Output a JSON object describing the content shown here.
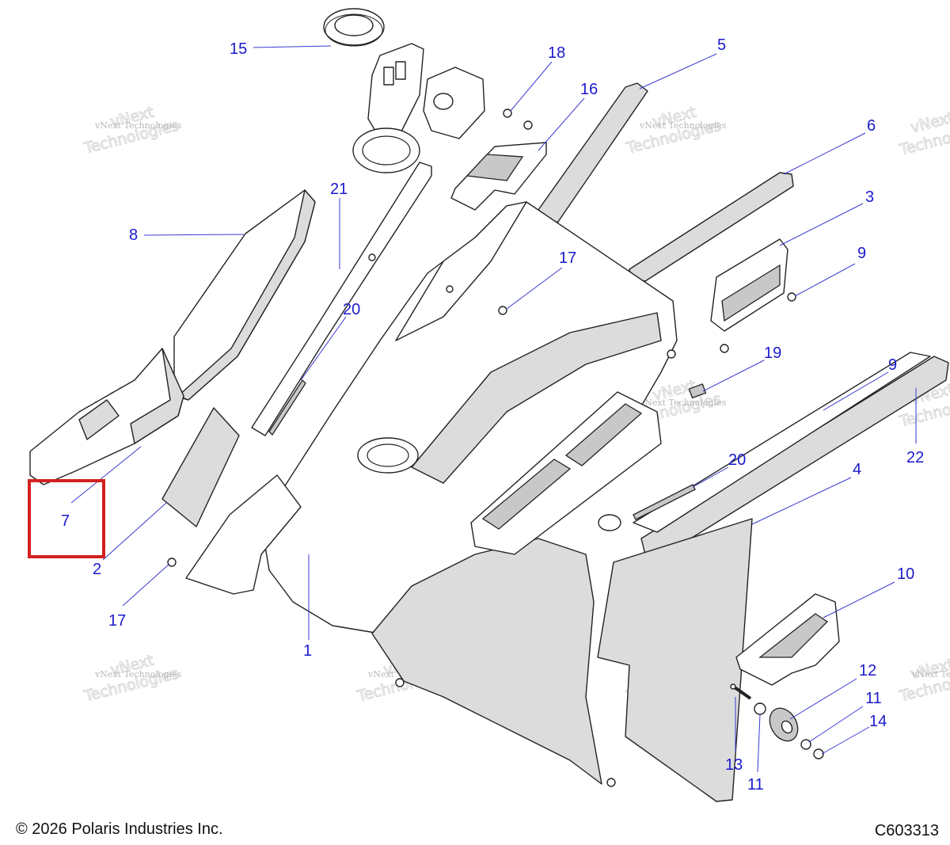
{
  "callouts": [
    {
      "id": "15",
      "label": "15"
    },
    {
      "id": "18",
      "label": "18"
    },
    {
      "id": "5",
      "label": "5"
    },
    {
      "id": "16",
      "label": "16"
    },
    {
      "id": "6",
      "label": "6"
    },
    {
      "id": "21",
      "label": "21"
    },
    {
      "id": "8",
      "label": "8"
    },
    {
      "id": "3",
      "label": "3"
    },
    {
      "id": "17a",
      "label": "17"
    },
    {
      "id": "9a",
      "label": "9"
    },
    {
      "id": "20a",
      "label": "20"
    },
    {
      "id": "19",
      "label": "19"
    },
    {
      "id": "9b",
      "label": "9"
    },
    {
      "id": "22",
      "label": "22"
    },
    {
      "id": "20b",
      "label": "20"
    },
    {
      "id": "4",
      "label": "4"
    },
    {
      "id": "7",
      "label": "7"
    },
    {
      "id": "2",
      "label": "2"
    },
    {
      "id": "10",
      "label": "10"
    },
    {
      "id": "17b",
      "label": "17"
    },
    {
      "id": "1",
      "label": "1"
    },
    {
      "id": "12",
      "label": "12"
    },
    {
      "id": "11a",
      "label": "11"
    },
    {
      "id": "14",
      "label": "14"
    },
    {
      "id": "13",
      "label": "13"
    },
    {
      "id": "11b",
      "label": "11"
    }
  ],
  "highlighted_callout": "7",
  "watermark": {
    "small": "vNext Technologies",
    "big_line1": "vNext",
    "big_line2": "Technologies"
  },
  "footer": {
    "copyright": "© 2026 Polaris Industries Inc.",
    "diagram_code": "C603313"
  },
  "colors": {
    "callout_text": "#1a1acd",
    "highlight_box": "#d42020",
    "part_shade": "#dcdcdc"
  }
}
